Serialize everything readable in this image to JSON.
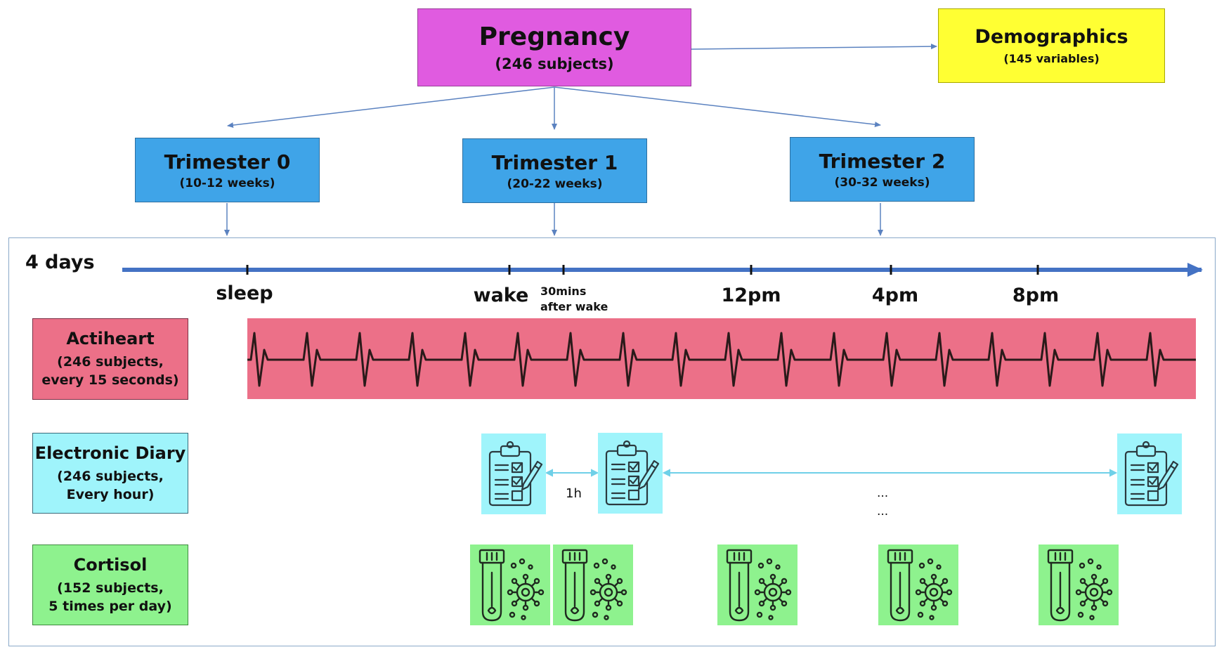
{
  "pregnancy": {
    "title": "Pregnancy",
    "subtitle": "(246 subjects)"
  },
  "demographics": {
    "title": "Demographics",
    "subtitle": "(145 variables)"
  },
  "trimesters": [
    {
      "title": "Trimester 0",
      "subtitle": "(10-12 weeks)"
    },
    {
      "title": "Trimester 1",
      "subtitle": "(20-22 weeks)"
    },
    {
      "title": "Trimester 2",
      "subtitle": "(30-32 weeks)"
    }
  ],
  "timeline": {
    "duration": "4 days",
    "ticks": [
      "sleep",
      "wake",
      "12pm",
      "4pm",
      "8pm"
    ],
    "after_wake_line1": "30mins",
    "after_wake_line2": "after wake"
  },
  "rows": {
    "actiheart": {
      "title": "Actiheart",
      "line1": "(246 subjects,",
      "line2": "every 15 seconds)"
    },
    "diary": {
      "title": "Electronic Diary",
      "line1": "(246 subjects,",
      "line2": "Every hour)",
      "gap": "1h",
      "dots1": "...",
      "dots2": "..."
    },
    "cortisol": {
      "title": "Cortisol",
      "line1": "(152 subjects,",
      "line2": "5 times per day)"
    }
  },
  "colors": {
    "pregnancy": "#e05be0",
    "demographics": "#ffff33",
    "trimester": "#3fa4e8",
    "actiheart": "#ec7088",
    "diary": "#9ff4fb",
    "cortisol": "#8ef28e",
    "timeline": "#4472c4",
    "arrow": "#5b82c0"
  },
  "icons": {
    "ecg": "ecg-waveform-icon",
    "diary": "clipboard-checklist-icon",
    "cortisol": "test-tube-virus-icon"
  }
}
